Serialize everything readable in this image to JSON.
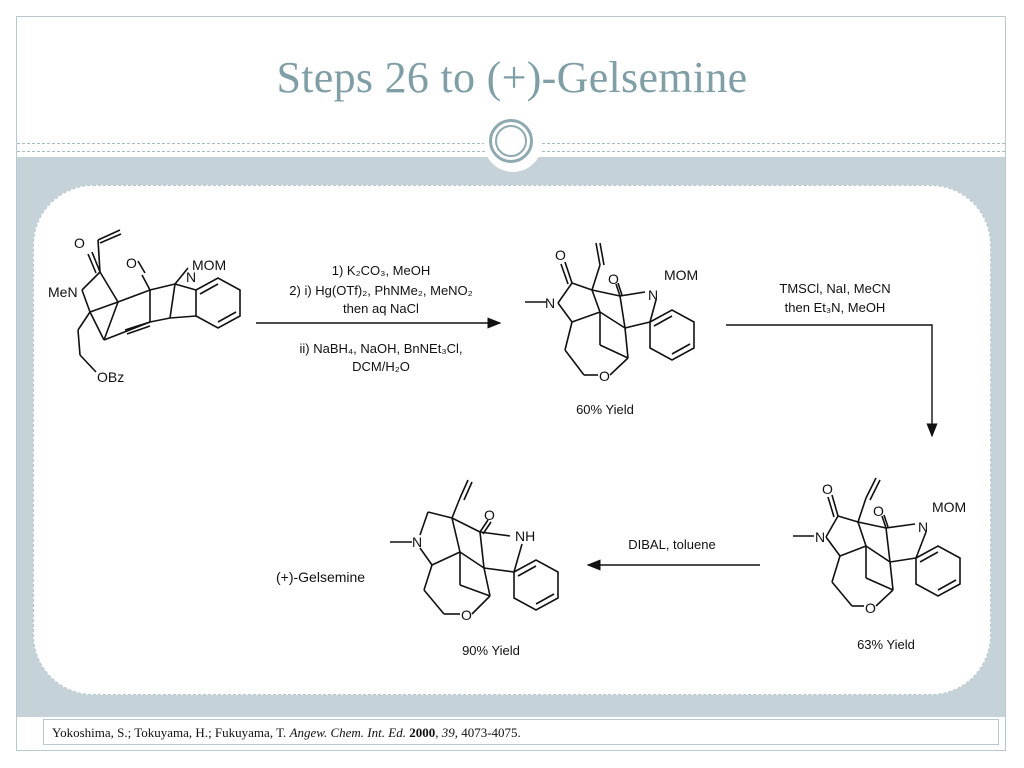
{
  "slide": {
    "title": "Steps 26 to (+)-Gelsemine"
  },
  "scheme": {
    "step1": {
      "line1": "1) K₂CO₃, MeOH",
      "line2": "2) i) Hg(OTf)₂, PhNMe₂, MeNO₂",
      "line3": "then aq NaCl",
      "line4": "ii) NaBH₄, NaOH, BnNEt₃Cl,",
      "line5": "DCM/H₂O"
    },
    "step2": {
      "line1": "TMSCl, NaI, MeCN",
      "line2": "then Et₃N, MeOH"
    },
    "step3": {
      "line1": "DIBAL, toluene"
    },
    "yields": {
      "first": "60% Yield",
      "second": "63% Yield",
      "third": "90% Yield"
    },
    "product_name": "(+)-Gelsemine",
    "atom_labels": {
      "o": "O",
      "n": "N",
      "men": "MeN",
      "mom": "MOM",
      "obz": "OBz",
      "nh": "NH"
    }
  },
  "footer": {
    "authors": "Yokoshima, S.; Tokuyama, H.; Fukuyama, T.",
    "journal": "Angew. Chem. Int. Ed.",
    "year": "2000",
    "volume": "39",
    "pages": "4073-4075."
  },
  "colors": {
    "title": "#7f9ea5",
    "band": "#c5d2d7",
    "ring": "#8fa9b0"
  }
}
